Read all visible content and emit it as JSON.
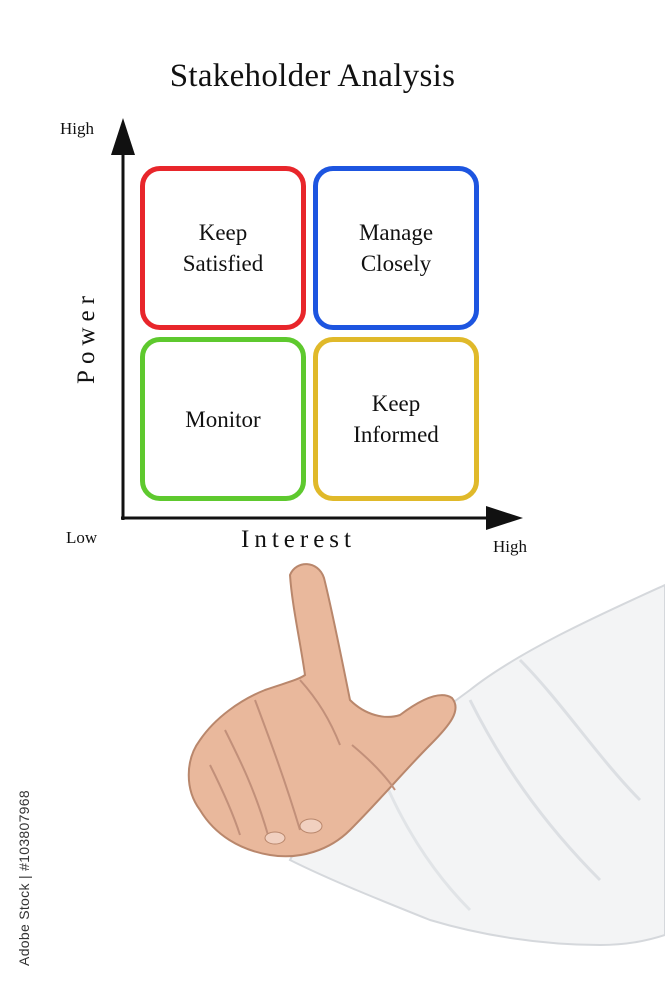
{
  "title": "Stakeholder Analysis",
  "y_axis": {
    "title": "Power",
    "high": "High",
    "low": "Low"
  },
  "x_axis": {
    "title": "Interest",
    "high": "High"
  },
  "quadrants": [
    {
      "label": "Keep\nSatisfied",
      "color": "#e8262b"
    },
    {
      "label": "Manage\nClosely",
      "color": "#1d55e0"
    },
    {
      "label": "Monitor",
      "color": "#5ec92e"
    },
    {
      "label": "Keep\nInformed",
      "color": "#e0b92a"
    }
  ],
  "watermark": "Adobe Stock | #103807968"
}
